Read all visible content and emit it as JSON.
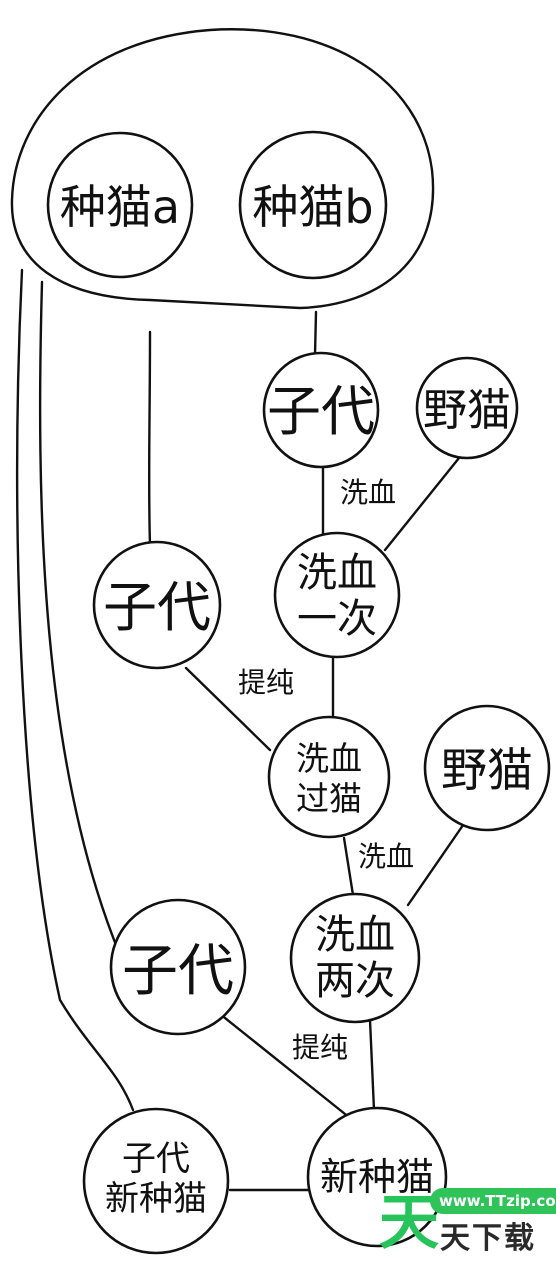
{
  "nodes": {
    "breed_a": "种猫a",
    "breed_b": "种猫b",
    "offspring_1": "子代",
    "feral_cat_1": "野猫",
    "bloodwash_once_line1": "洗血",
    "bloodwash_once_line2": "一次",
    "offspring_2": "子代",
    "bloodwashed_cat_line1": "洗血",
    "bloodwashed_cat_line2": "过猫",
    "feral_cat_2": "野猫",
    "bloodwash_twice_line1": "洗血",
    "bloodwash_twice_line2": "两次",
    "offspring_3": "子代",
    "offspring_new_breed_line1": "子代",
    "offspring_new_breed_line2": "新种猫",
    "new_breed": "新种猫"
  },
  "edge_labels": {
    "bloodwash_1": "洗血",
    "purify_1": "提纯",
    "bloodwash_2": "洗血",
    "purify_2": "提纯"
  },
  "watermark": {
    "url": "www.TTzip.com",
    "name": "天下载",
    "mark": "天",
    "color": "#26c45b"
  }
}
